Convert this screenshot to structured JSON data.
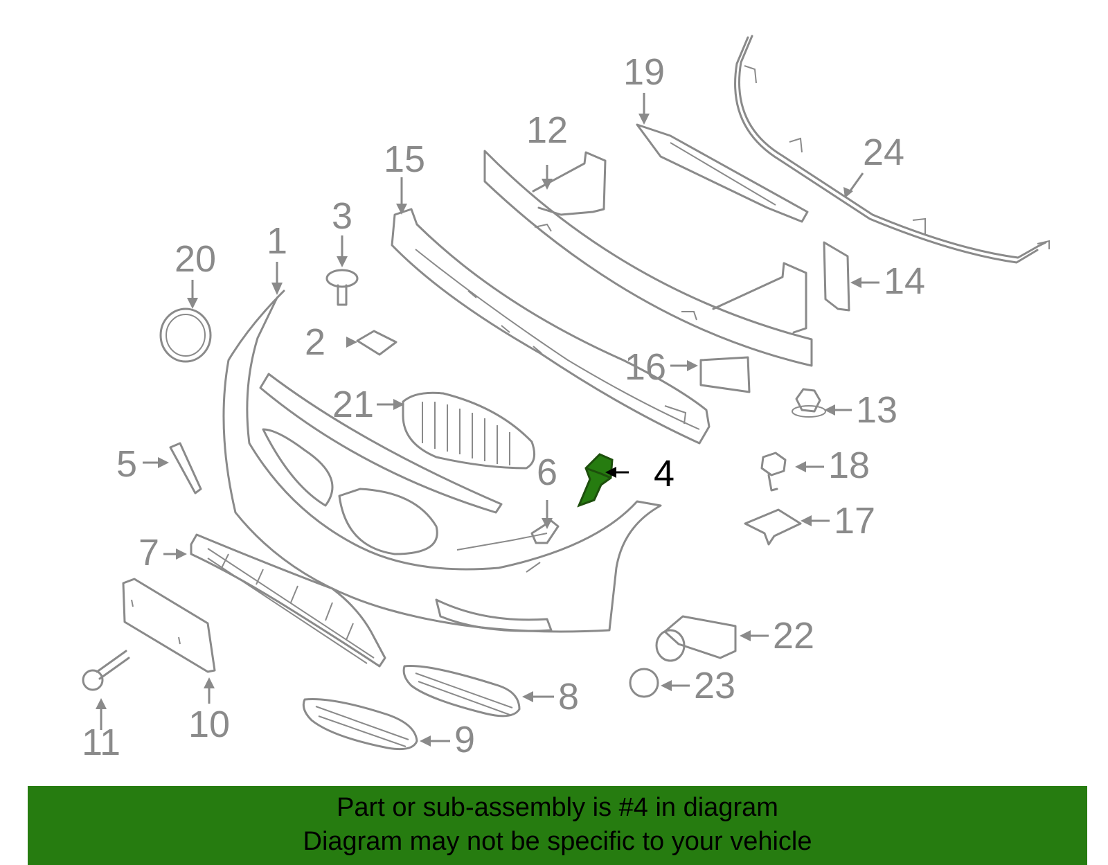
{
  "diagram": {
    "highlight_color": "#267c10",
    "selected_part": "4",
    "callouts": [
      "1",
      "2",
      "3",
      "4",
      "5",
      "6",
      "7",
      "8",
      "9",
      "10",
      "11",
      "12",
      "13",
      "14",
      "15",
      "16",
      "17",
      "18",
      "19",
      "20",
      "21",
      "22",
      "23",
      "24"
    ]
  },
  "banner": {
    "line1": "Part or sub-assembly is #4 in diagram",
    "line2": "Diagram may not be specific to your vehicle",
    "background": "#267c10"
  }
}
